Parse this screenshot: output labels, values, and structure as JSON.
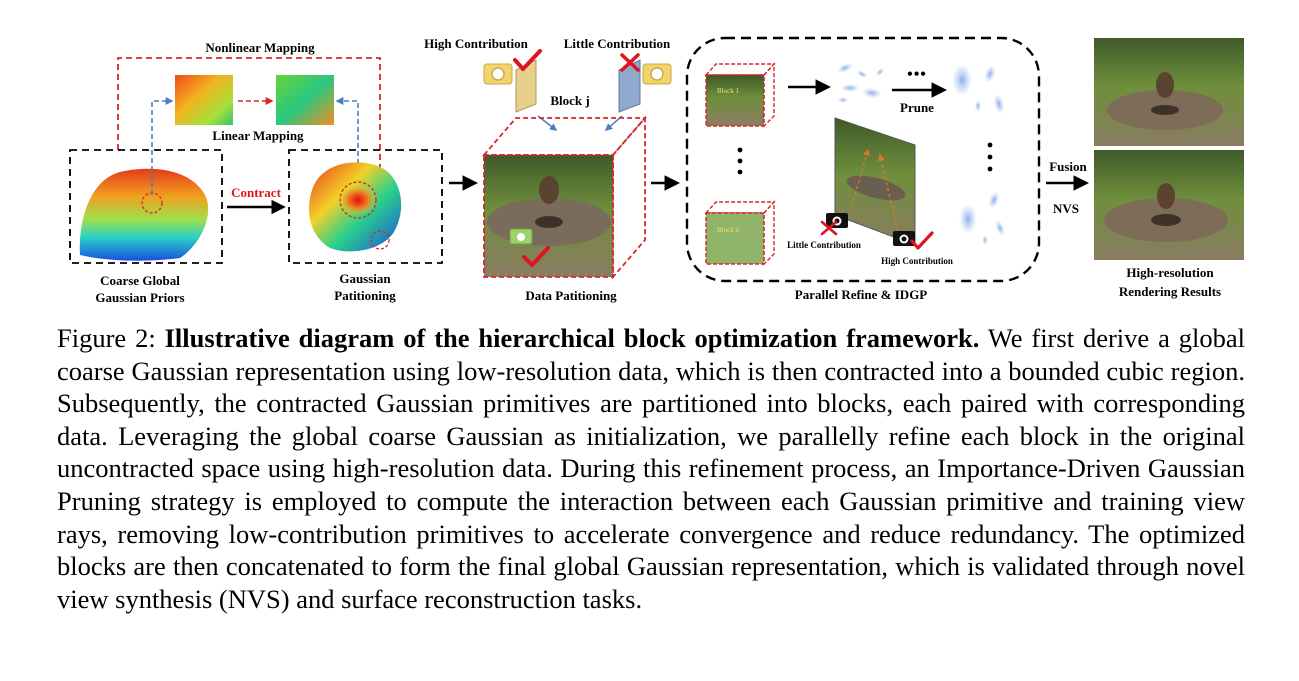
{
  "figure": {
    "labels": {
      "nonlinear_mapping": "Nonlinear Mapping",
      "linear_mapping": "Linear Mapping",
      "contract": "Contract",
      "coarse_global_line1": "Coarse Global",
      "coarse_global_line2": "Gaussian Priors",
      "gaussian_line1": "Gaussian",
      "gaussian_line2": "Patitioning",
      "high_contribution": "High Contribution",
      "little_contribution": "Little Contribution",
      "block_j": "Block j",
      "data_patitioning": "Data Patitioning",
      "block_1": "Block 1",
      "block_n": "Block n",
      "prune": "Prune",
      "dots": "•••",
      "little_contribution_small": "Little Contribution",
      "high_contribution_small": "High Contribution",
      "parallel_refine": "Parallel Refine & IDGP",
      "fusion": "Fusion",
      "nvs": "NVS",
      "hr_line1": "High-resolution",
      "hr_line2": "Rendering Results"
    },
    "colors": {
      "dashed_black": "#000000",
      "dashed_red": "#d62728",
      "dashed_blue": "#4a7fc1",
      "contract_red": "#e0141e",
      "check_red": "#e0141e",
      "camera_yellow": "#f3d36b",
      "camera_green": "#9ed36a"
    }
  },
  "caption": {
    "prefix": "Figure 2: ",
    "title": "Illustrative diagram of the hierarchical block optimization framework.",
    "body": " We first derive a global coarse Gaussian representation using low-resolution data, which is then contracted into a bounded cubic region. Subsequently, the contracted Gaussian primitives are partitioned into blocks, each paired with corresponding data. Leveraging the global coarse Gaussian as initialization, we parallelly refine each block in the original uncontracted space using high-resolution data. During this refinement process, an Importance-Driven Gaussian Pruning strategy is employed to compute the interaction between each Gaussian primitive and training view rays, removing low-contribution primitives to accelerate convergence and reduce redundancy. The optimized blocks are then concatenated to form the final global Gaussian representation, which is validated through novel view synthesis (NVS) and surface reconstruction tasks."
  }
}
